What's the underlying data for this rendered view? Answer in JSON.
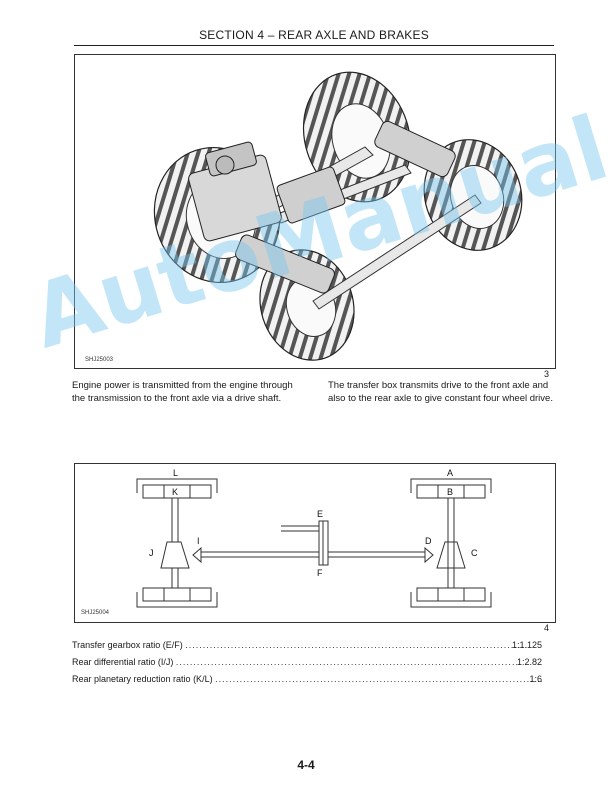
{
  "header": {
    "title": "SECTION 4 – REAR AXLE AND BRAKES"
  },
  "figure3": {
    "code": "SHJ25003",
    "number": "3",
    "caption_left": [
      "Engine power is transmitted from the engine through",
      "the transmission to the front axle via a drive shaft."
    ],
    "caption_right": [
      "The transfer box transmits drive to the front axle and",
      "also to the rear axle to give constant four wheel drive."
    ]
  },
  "figure4": {
    "code": "SHJ25004",
    "number": "4",
    "labels": {
      "A": "A",
      "B": "B",
      "C": "C",
      "D": "D",
      "E": "E",
      "F": "F",
      "I": "I",
      "J": "J",
      "K": "K",
      "L": "L"
    }
  },
  "ratios": [
    {
      "label": "Transfer gearbox ratio (E/F)",
      "value": "1:1.125"
    },
    {
      "label": "Rear differential ratio (I/J)",
      "value": "1:2.82"
    },
    {
      "label": "Rear planetary reduction ratio (K/L)",
      "value": "1:6"
    }
  ],
  "page_number": "4-4",
  "watermark": "AutoManual"
}
